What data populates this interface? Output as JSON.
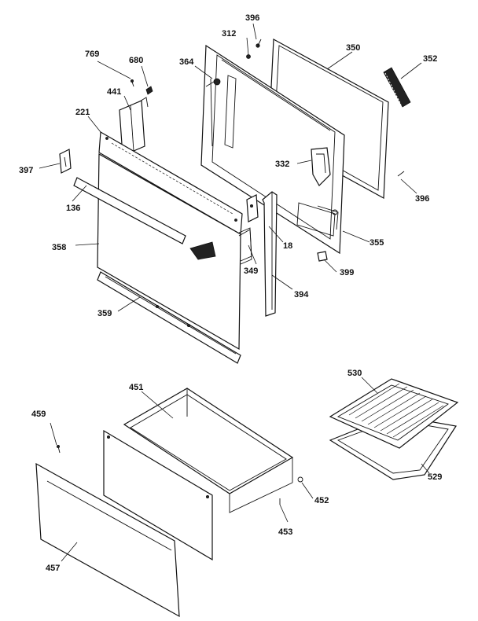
{
  "header": {
    "left_fragment": "",
    "right_fragment": ""
  },
  "labels": {
    "p769": "769",
    "p680": "680",
    "p441": "441",
    "p221": "221",
    "p397": "397",
    "p136": "136",
    "p358": "358",
    "p359": "359",
    "p349": "349",
    "p394": "394",
    "p18": "18",
    "p364": "364",
    "p312": "312",
    "p396a": "396",
    "p350": "350",
    "p352": "352",
    "p332": "332",
    "p396b": "396",
    "p355": "355",
    "p399": "399",
    "p451": "451",
    "p459": "459",
    "p457": "457",
    "p452": "452",
    "p453": "453",
    "p530": "530",
    "p529": "529"
  }
}
